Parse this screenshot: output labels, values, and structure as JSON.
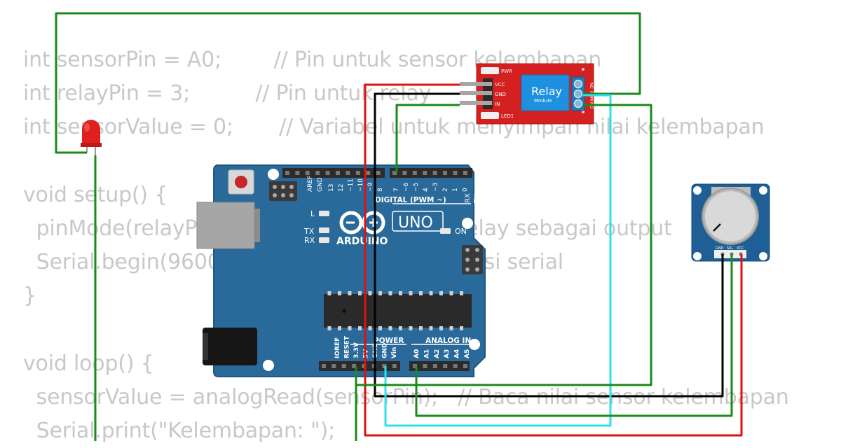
{
  "code": {
    "lines": [
      "int sensorPin = A0;        // Pin untuk sensor kelembapan",
      "int relayPin = 3;          // Pin untuk relay",
      "int sensorValue = 0;       // Variabel untuk menyimpan nilai kelembapan",
      "",
      "void setup() {",
      "  pinMode(relayPin, OUTPUT);   // Atur pin relay sebagai output",
      "  Serial.begin(9600);          // Mulai komunikasi serial",
      "}",
      "",
      "void loop() {",
      "  sensorValue = analogRead(sensorPin);   // Baca nilai sensor kelembapan",
      "  Serial.print(\"Kelembapan: \");"
    ]
  },
  "arduino": {
    "brand": "ARDUINO",
    "model": "UNO",
    "on_label": "ON",
    "l_label": "L",
    "tx_label": "TX",
    "rx_label": "RX",
    "digital_header": "DIGITAL (PWM ~)",
    "tx_pin": "TX",
    "rx_pin": "RX",
    "power_header": "POWER",
    "analog_header": "ANALOG IN",
    "digital_pins": [
      "AREF",
      "GND",
      "13",
      "12",
      "~11",
      "~10",
      "~9",
      "8",
      "7",
      "~6",
      "~5",
      "4",
      "~3",
      "2",
      "1",
      "0"
    ],
    "power_pins": [
      "IOREF",
      "RESET",
      "3.3V",
      "5V",
      "GND",
      "GND",
      "Vin"
    ],
    "analog_pins": [
      "A0",
      "A1",
      "A2",
      "A3",
      "A4",
      "A5"
    ],
    "colors": {
      "board": "#2a6a9a",
      "board_edge": "#1f5580"
    }
  },
  "relay": {
    "title": "Relay",
    "subtitle": "Module",
    "pwr_label": "PWR",
    "led_label": "LED1",
    "pins": [
      "VCC",
      "GND",
      "IN"
    ],
    "contacts": [
      "NC",
      "COM",
      "NO"
    ],
    "colors": {
      "board": "#d42020",
      "relay_body": "#1e90e0"
    }
  },
  "potentiometer": {
    "pins": [
      "GND",
      "SIG",
      "VCC"
    ],
    "colors": {
      "board": "#1f5f95"
    }
  },
  "led": {
    "color": "#e02020"
  },
  "wire_colors": {
    "green": "#1a8a1a",
    "red": "#e01010",
    "black": "#000000",
    "cyan": "#30e0e8"
  }
}
